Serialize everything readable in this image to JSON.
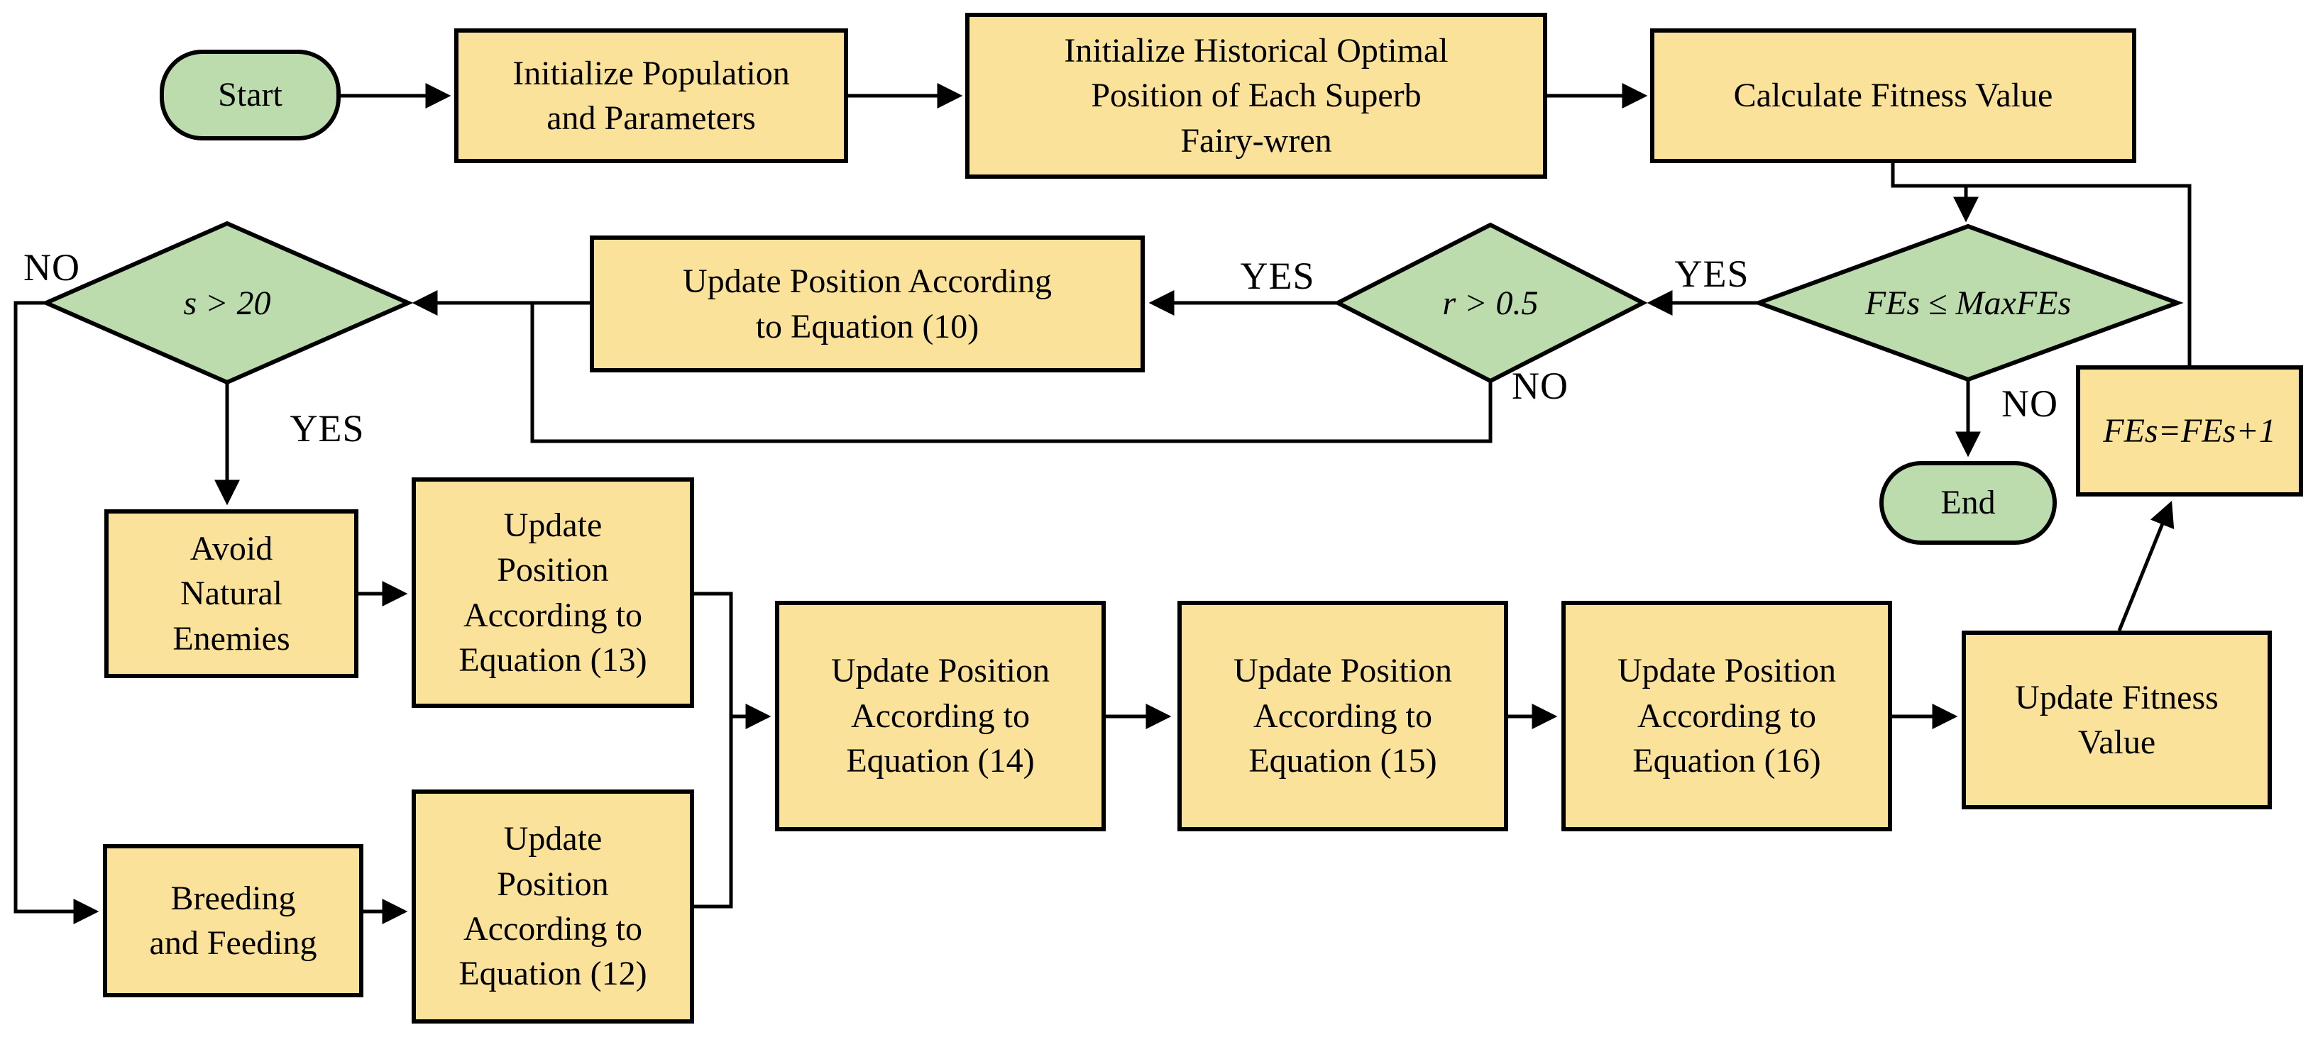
{
  "flowchart": {
    "nodes": {
      "start": "Start",
      "init_population": "Initialize Population\nand Parameters",
      "init_historical": "Initialize Historical Optimal\nPosition of Each Superb\nFairy-wren",
      "calc_fitness": "Calculate Fitness Value",
      "fes_check": "FEs ≤ MaxFEs",
      "fes_increment": "FEs=FEs+1",
      "end": "End",
      "r_check": "r > 0.5",
      "eq10": "Update Position According\nto Equation (10)",
      "s_check": "s > 20",
      "avoid_enemies": "Avoid\nNatural\nEnemies",
      "eq13": "Update\nPosition\nAccording to\nEquation (13)",
      "breeding": "Breeding\nand Feeding",
      "eq12": "Update\nPosition\nAccording to\nEquation (12)",
      "eq14": "Update Position\nAccording to\nEquation (14)",
      "eq15": "Update Position\nAccording to\nEquation (15)",
      "eq16": "Update Position\nAccording to\nEquation (16)",
      "update_fitness": "Update Fitness\nValue"
    },
    "labels": {
      "s_check_no": "NO",
      "s_check_yes": "YES",
      "r_check_yes": "YES",
      "r_check_no": "NO",
      "fes_check_yes": "YES",
      "fes_check_no": "NO"
    },
    "colors": {
      "process_fill": "#FBE29B",
      "terminator_fill": "#BDDCAE",
      "decision_fill": "#BDDCAE",
      "line": "#000000"
    }
  }
}
